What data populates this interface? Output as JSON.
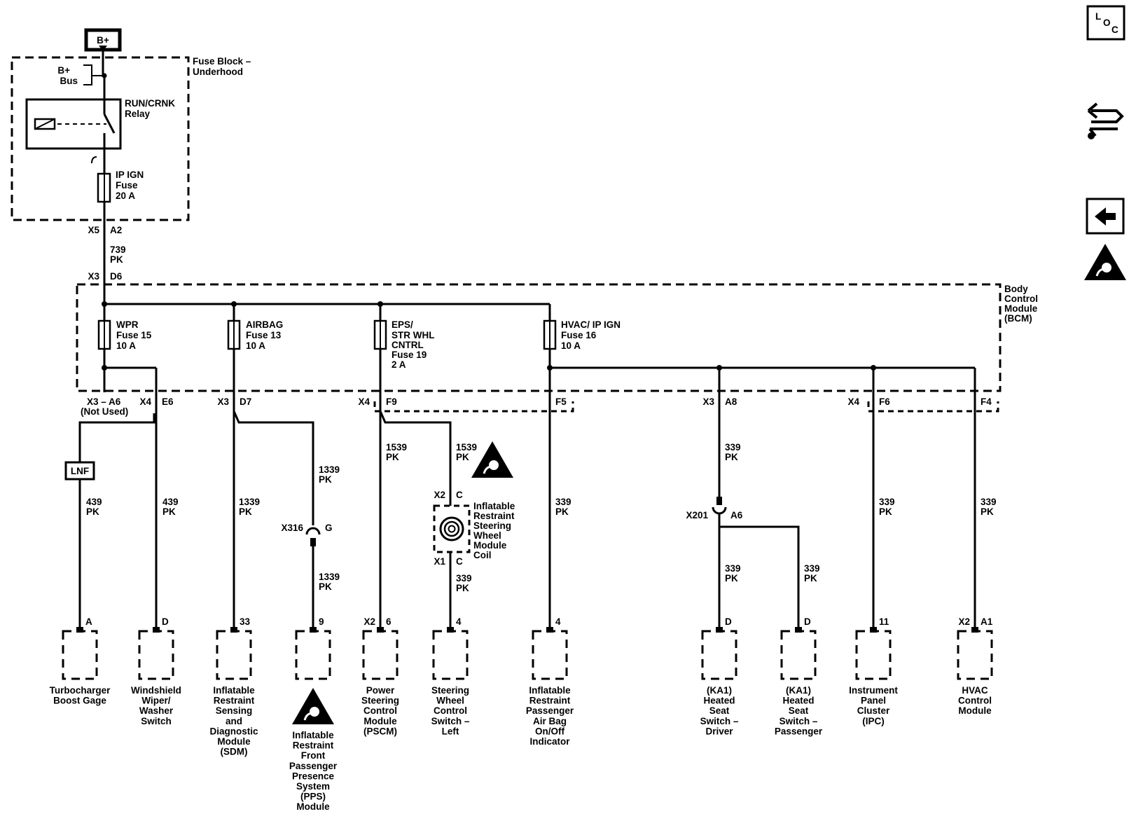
{
  "supply": {
    "label": "B+"
  },
  "fuse_block": {
    "name_l1": "Fuse Block –",
    "name_l2": "Underhood",
    "bus_l1": "B+",
    "bus_l2": "Bus",
    "relay_l1": "RUN/CRNK",
    "relay_l2": "Relay",
    "fuse_l1": "IP IGN",
    "fuse_l2": "Fuse",
    "fuse_l3": "20 A",
    "conn": "X5",
    "pin": "A2"
  },
  "wire_739": {
    "circuit": "739",
    "color": "PK"
  },
  "bcm": {
    "l1": "Body",
    "l2": "Control",
    "l3": "Module",
    "l4": "(BCM)",
    "conn": "X3",
    "pin": "D6"
  },
  "fuses": [
    {
      "l1": "WPR",
      "l2": "Fuse 15",
      "l3": "10 A",
      "l4": "",
      "l5": ""
    },
    {
      "l1": "AIRBAG",
      "l2": "Fuse 13",
      "l3": "10 A",
      "l4": "",
      "l5": ""
    },
    {
      "l1": "EPS/",
      "l2": "STR WHL",
      "l3": "CNTRL",
      "l4": "Fuse 19",
      "l5": "2 A"
    },
    {
      "l1": "HVAC/ IP IGN",
      "l2": "Fuse 16",
      "l3": "10 A",
      "l4": "",
      "l5": ""
    }
  ],
  "bcm_pins": {
    "x3a6": "X3 – A6",
    "not_used": "(Not Used)",
    "x4": "X4",
    "e6": "E6",
    "x3b": "X3",
    "d7": "D7",
    "x4b": "X4",
    "f9": "F9",
    "f5": "F5",
    "x3c": "X3",
    "a8": "A8",
    "x4c": "X4",
    "f6": "F6",
    "f4": "F4"
  },
  "lnf": "LNF",
  "wires": {
    "w439a": {
      "c": "439",
      "k": "PK"
    },
    "w439b": {
      "c": "439",
      "k": "PK"
    },
    "w1339a": {
      "c": "1339",
      "k": "PK"
    },
    "w1339b": {
      "c": "1339",
      "k": "PK"
    },
    "w1339c": {
      "c": "1339",
      "k": "PK"
    },
    "w1539a": {
      "c": "1539",
      "k": "PK"
    },
    "w1539b": {
      "c": "1539",
      "k": "PK"
    },
    "w339a": {
      "c": "339",
      "k": "PK"
    },
    "w339b": {
      "c": "339",
      "k": "PK"
    },
    "w339c": {
      "c": "339",
      "k": "PK"
    },
    "w339d": {
      "c": "339",
      "k": "PK"
    },
    "w339e": {
      "c": "339",
      "k": "PK"
    },
    "w339f": {
      "c": "339",
      "k": "PK"
    },
    "w339g": {
      "c": "339",
      "k": "PK"
    }
  },
  "x316": {
    "conn": "X316",
    "pin": "G"
  },
  "x201": {
    "conn": "X201",
    "pin": "A6"
  },
  "coil": {
    "top_conn": "X2",
    "top_pin": "C",
    "bot_conn": "X1",
    "bot_pin": "C",
    "l1": "Inflatable",
    "l2": "Restraint",
    "l3": "Steering",
    "l4": "Wheel",
    "l5": "Module",
    "l6": "Coil"
  },
  "components": [
    {
      "pin": "A",
      "conn": "",
      "lines": [
        "Turbocharger",
        "Boost Gage"
      ]
    },
    {
      "pin": "D",
      "conn": "",
      "lines": [
        "Windshield",
        "Wiper/",
        "Washer",
        "Switch"
      ]
    },
    {
      "pin": "33",
      "conn": "",
      "lines": [
        "Inflatable",
        "Restraint",
        "Sensing",
        "and",
        "Diagnostic",
        "Module",
        "(SDM)"
      ]
    },
    {
      "pin": "9",
      "conn": "",
      "lines": [
        "Inflatable",
        "Restraint",
        "Front",
        "Passenger",
        "Presence",
        "System",
        "(PPS)",
        "Module"
      ]
    },
    {
      "pin": "6",
      "conn": "X2",
      "lines": [
        "Power",
        "Steering",
        "Control",
        "Module",
        "(PSCM)"
      ]
    },
    {
      "pin": "4",
      "conn": "",
      "lines": [
        "Steering",
        "Wheel",
        "Control",
        "Switch –",
        "Left"
      ]
    },
    {
      "pin": "4",
      "conn": "",
      "lines": [
        "Inflatable",
        "Restraint",
        "Passenger",
        "Air Bag",
        "On/Off",
        "Indicator"
      ]
    },
    {
      "pin": "D",
      "conn": "",
      "lines": [
        "(KA1)",
        "Heated",
        "Seat",
        "Switch –",
        "Driver"
      ]
    },
    {
      "pin": "D",
      "conn": "",
      "lines": [
        "(KA1)",
        "Heated",
        "Seat",
        "Switch –",
        "Passenger"
      ]
    },
    {
      "pin": "11",
      "conn": "",
      "lines": [
        "Instrument",
        "Panel",
        "Cluster",
        "(IPC)"
      ]
    },
    {
      "pin": "A1",
      "conn": "X2",
      "lines": [
        "HVAC",
        "Control",
        "Module"
      ]
    }
  ],
  "nav": {
    "loc_l": "L",
    "loc_o": "O",
    "loc_c": "C"
  }
}
